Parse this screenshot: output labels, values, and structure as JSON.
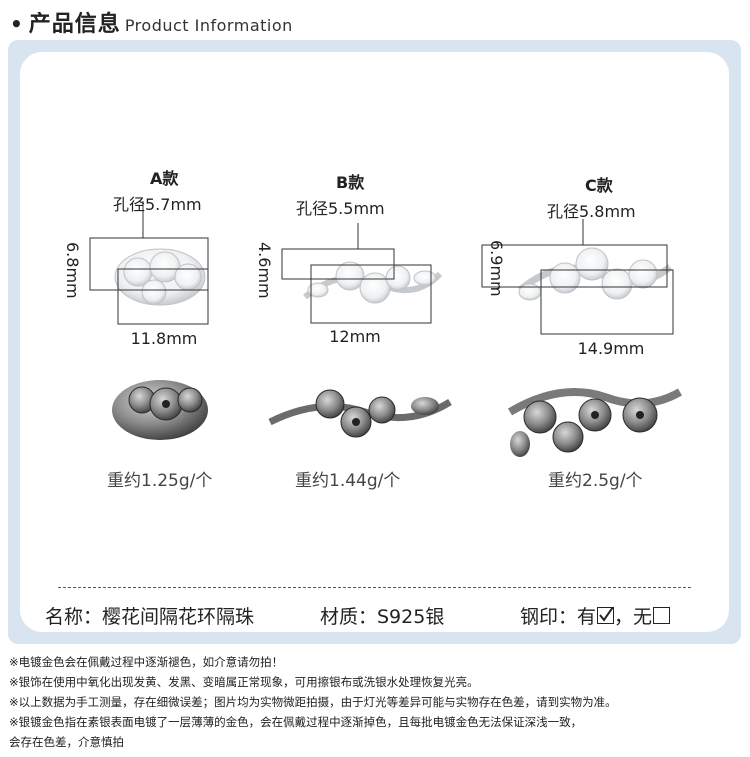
{
  "header": {
    "bullet": "•",
    "title_zh": "产品信息",
    "title_en": "Product Information"
  },
  "products": [
    {
      "label": "A款",
      "hole": "孔径5.7mm",
      "height": "6.8mm",
      "width": "11.8mm",
      "weight": "重约1.25g/个"
    },
    {
      "label": "B款",
      "hole": "孔径5.5mm",
      "height": "4.6mm",
      "width": "12mm",
      "weight": "重约1.44g/个"
    },
    {
      "label": "C款",
      "hole": "孔径5.8mm",
      "height": "6.9mm",
      "width": "14.9mm",
      "weight": "重约2.5g/个"
    }
  ],
  "info": {
    "name": "名称：樱花间隔花环隔珠",
    "material": "材质：S925银",
    "stamp_prefix": "钢印：有",
    "stamp_mid": "，无"
  },
  "notes": [
    "※电镀金色会在佩戴过程中逐渐褪色，如介意请勿拍！",
    "※银饰在使用中氧化出现发黄、发黑、变暗属正常现象，可用擦银布或洗银水处理恢复光亮。",
    "※以上数据为手工测量，存在细微误差；图片均为实物微距拍摄，由于灯光等差异可能与实物存在色差，请到实物为准。",
    "※银镀金色指在素银表面电镀了一层薄薄的金色，会在佩戴过程中逐渐掉色，且每批电镀金色无法保证深浅一致，",
    "会存在色差，介意慎拍"
  ],
  "colors": {
    "frame": "#d8e5f0",
    "panel": "#ffffff",
    "text": "#222222"
  },
  "icons": [
    "checked-box-icon",
    "empty-box-icon"
  ]
}
